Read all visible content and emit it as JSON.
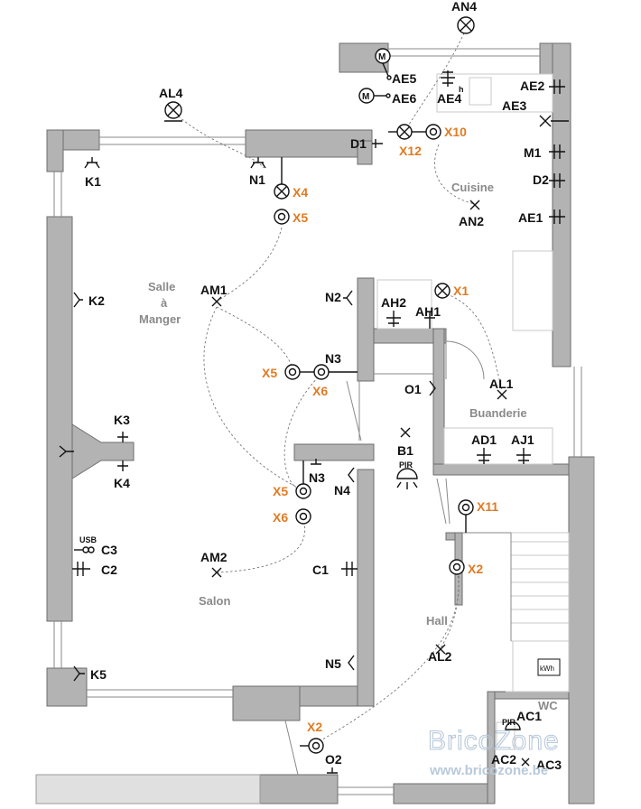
{
  "rooms": {
    "salle_a_manger": [
      "Salle",
      "à",
      "Manger"
    ],
    "salon": "Salon",
    "cuisine": "Cuisine",
    "buanderie": "Buanderie",
    "hall": "Hall",
    "wc": "WC"
  },
  "labels": {
    "AN4": "AN4",
    "AL4": "AL4",
    "AE5": "AE5",
    "AE6": "AE6",
    "AE4": "AE4",
    "AE2": "AE2",
    "AE3": "AE3",
    "D1": "D1",
    "X12": "X12",
    "X10": "X10",
    "K1": "K1",
    "N1": "N1",
    "X4": "X4",
    "X5a": "X5",
    "M1": "M1",
    "D2": "D2",
    "AN2": "AN2",
    "AE1": "AE1",
    "K2": "K2",
    "AM1": "AM1",
    "N2": "N2",
    "AH2": "AH2",
    "AH1": "AH1",
    "X1": "X1",
    "X5b": "X5",
    "X6a": "X6",
    "N3a": "N3",
    "O1": "O1",
    "AL1": "AL1",
    "K3": "K3",
    "K4": "K4",
    "B1": "B1",
    "PIR1": "PIR",
    "AD1": "AD1",
    "AJ1": "AJ1",
    "N3b": "N3",
    "N4": "N4",
    "X5c": "X5",
    "X6b": "X6",
    "X11": "X11",
    "USB": "USB",
    "C3": "C3",
    "C2": "C2",
    "AM2": "AM2",
    "C1": "C1",
    "X2a": "X2",
    "N5": "N5",
    "AL2": "AL2",
    "K5": "K5",
    "kWh": "kWh",
    "X2b": "X2",
    "O2": "O2",
    "PIR2": "PIR",
    "AC1": "AC1",
    "AC2": "AC2",
    "AC3": "AC3",
    "M_top": "M",
    "M_low": "M",
    "h": "h"
  },
  "watermark": {
    "brand": "BricoZone",
    "url": "www.bricozone.be"
  },
  "colors": {
    "wall": "#b3b3b3",
    "accent": "#e07b24",
    "room_text": "#8a8a8a",
    "wire": "#777777"
  },
  "icons": [
    "wall-light-icon",
    "ceiling-light-icon",
    "switch-icon",
    "socket-icon",
    "motor-icon",
    "pir-sensor-icon",
    "usb-socket-icon",
    "meter-icon"
  ]
}
